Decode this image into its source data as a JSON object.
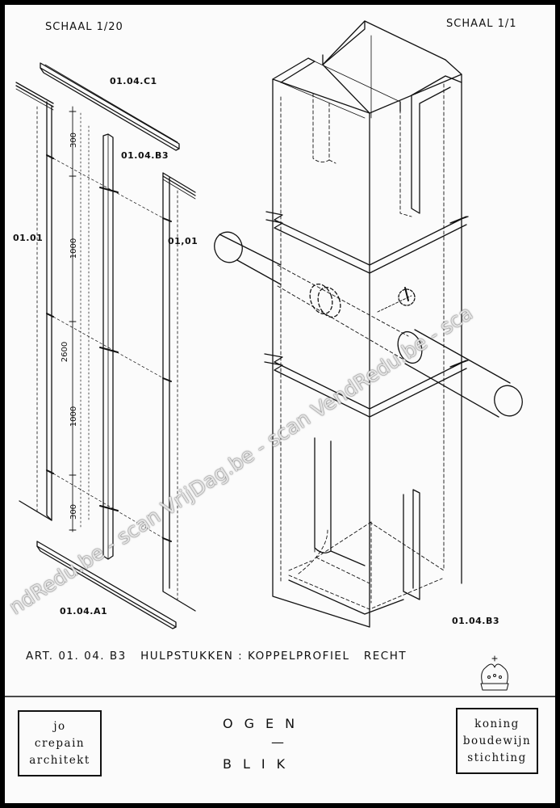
{
  "header": {
    "scale_left": "SCHAAL 1/20",
    "scale_right": "SCHAAL 1/1"
  },
  "refs": {
    "top_profile": "01.04.C1",
    "coupling_bar": "01.04.B3",
    "left_post": "01.01",
    "right_post": "01,01",
    "bottom_profile": "01.04.A1",
    "detail": "01.04.B3"
  },
  "dimensions": [
    "300",
    "1000",
    "2600",
    "1000",
    "300"
  ],
  "caption": "ART. 01. 04. B3   HULPSTUKKEN : KOPPELPROFIEL   RECHT",
  "footer": {
    "architect_lines": [
      "jo",
      "crepain",
      "architekt"
    ],
    "brand_top": "OGEN",
    "brand_dash": "—",
    "brand_bottom": "BLIK",
    "foundation_lines": [
      "koning",
      "boudewijn",
      "stichting"
    ]
  },
  "watermarks": [
    "ndRedu.be - scan VrijDag.be - scan VendRedu.be - sca"
  ],
  "colors": {
    "ink": "#111111",
    "paper": "#fbfbfb",
    "border": "#000000"
  }
}
